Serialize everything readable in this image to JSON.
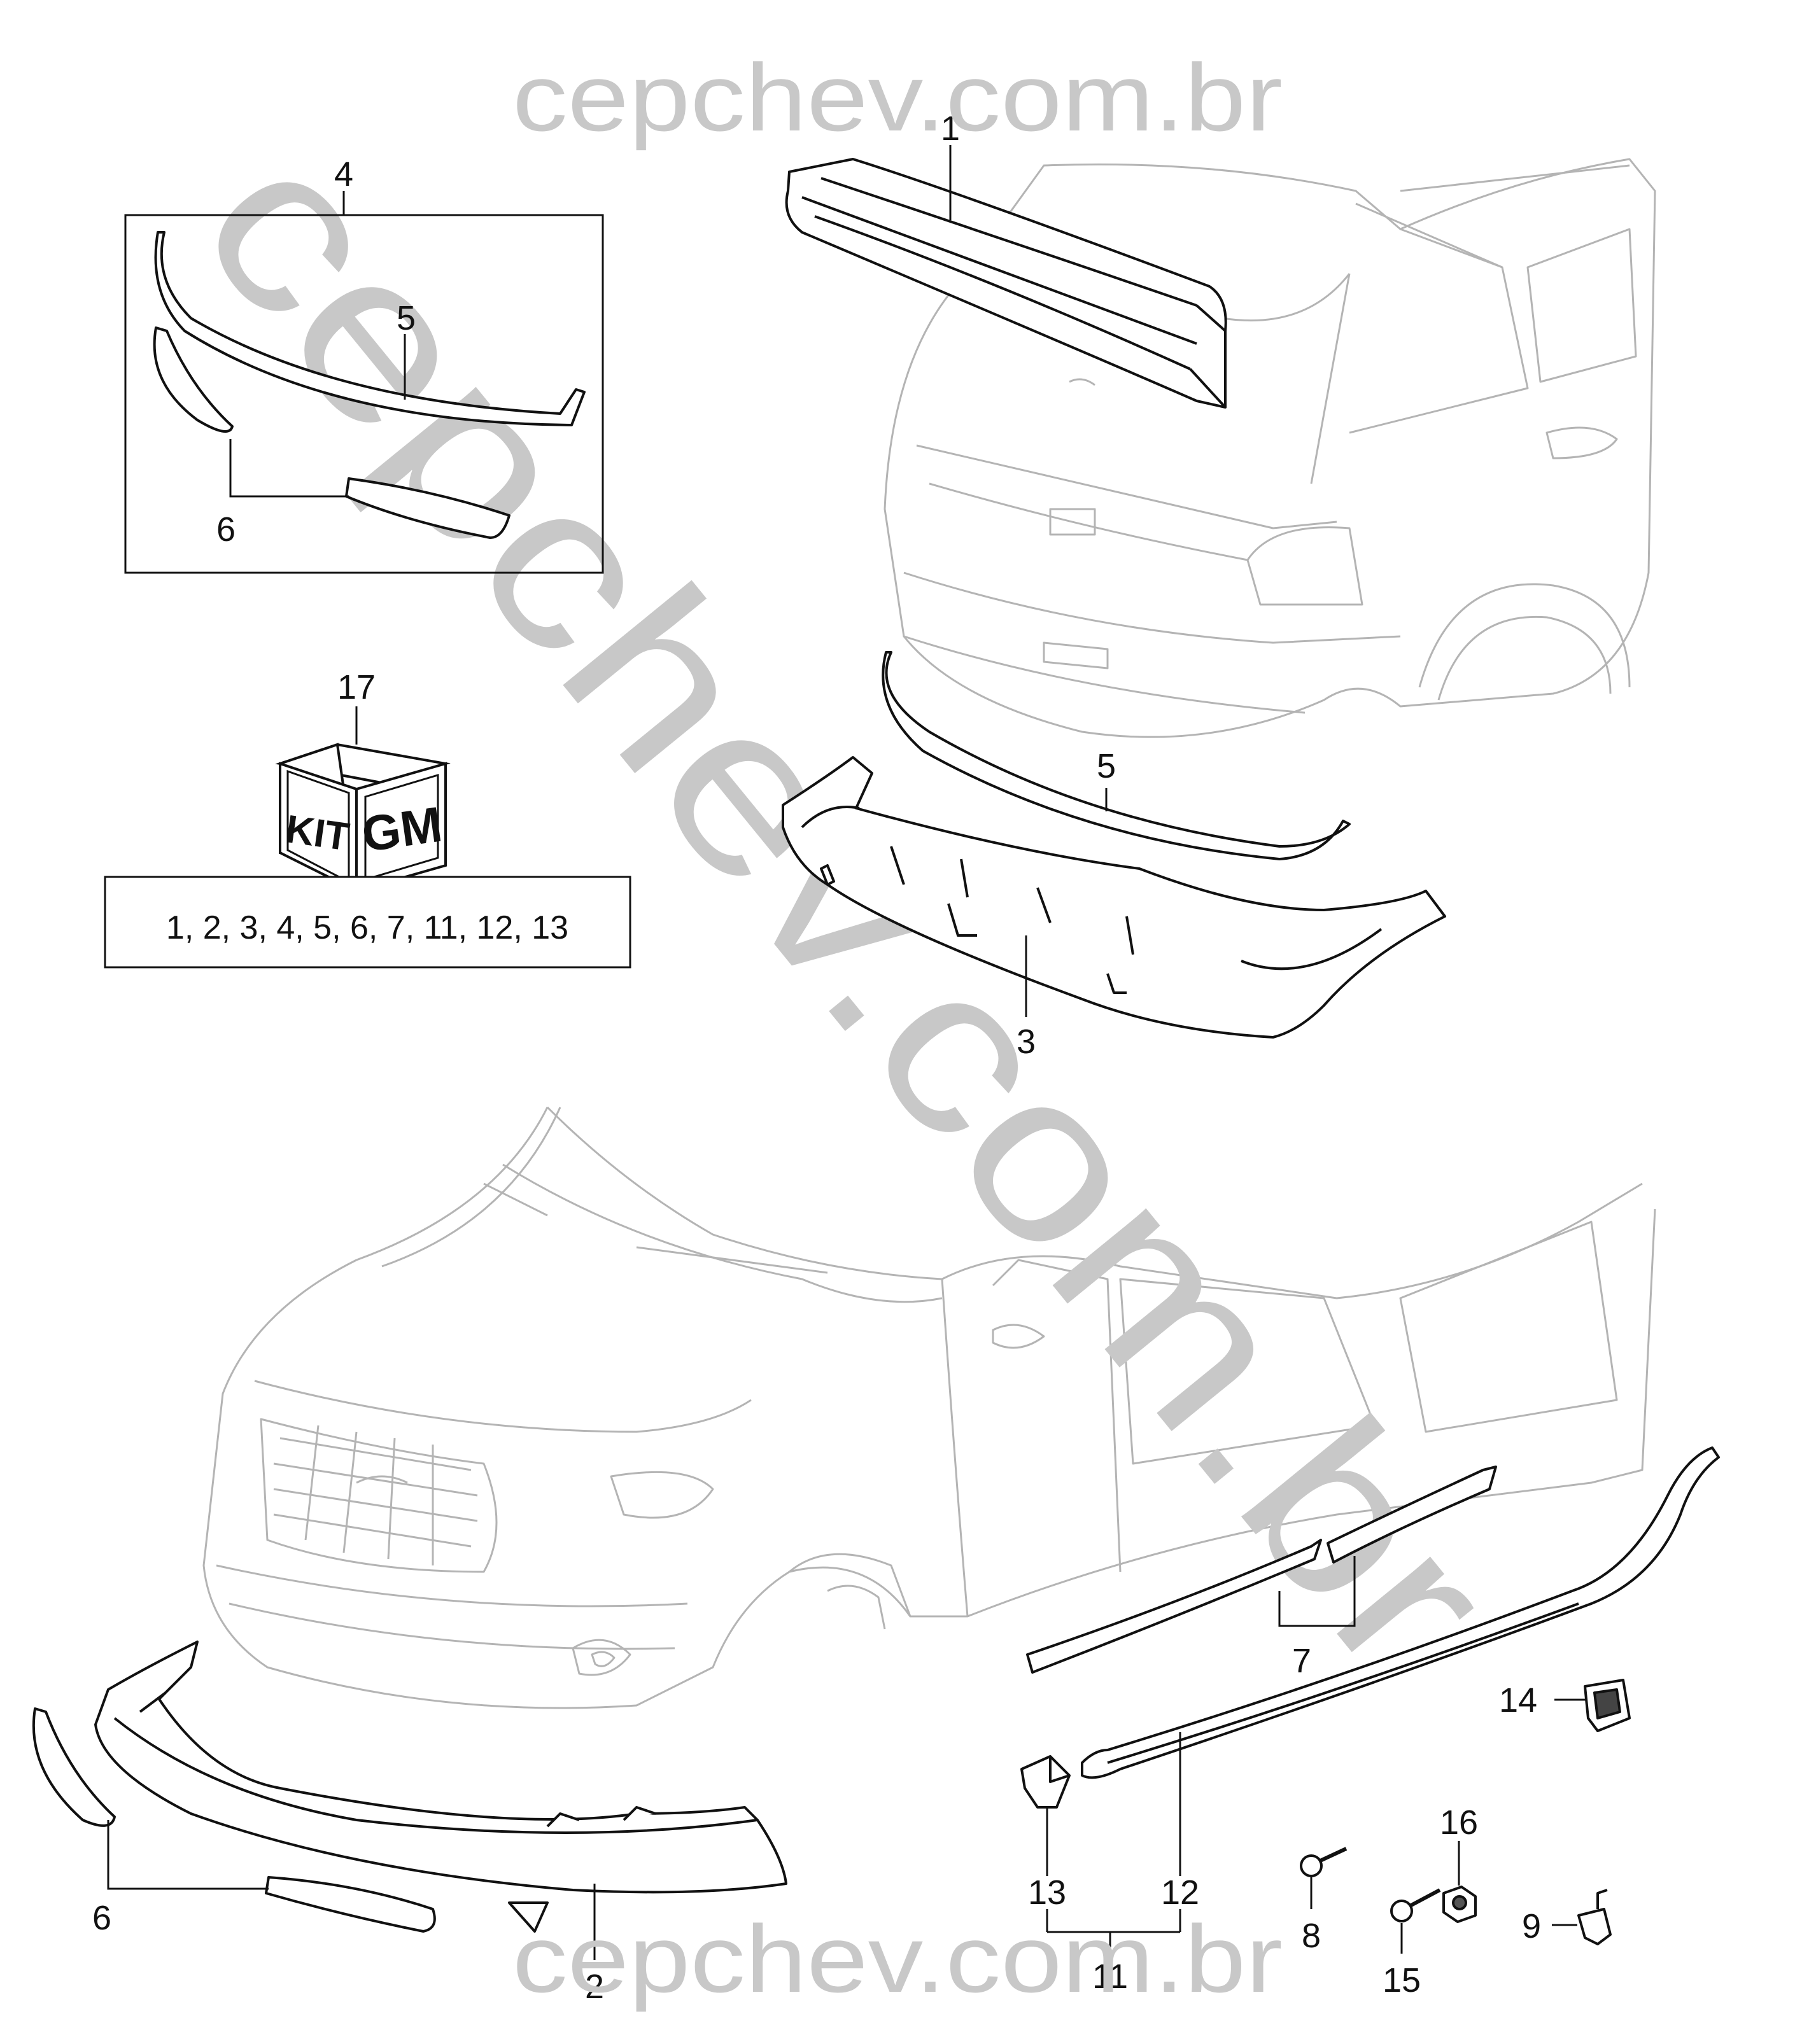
{
  "watermark": {
    "top_text": "cepchev.com.br",
    "bottom_text": "cepchev.com.br",
    "diagonal_text": "cepchev.com.br",
    "color": "#c8c8c8"
  },
  "callouts": {
    "c1": "1",
    "c2": "2",
    "c3": "3",
    "c4": "4",
    "c5_box": "5",
    "c5_rear": "5",
    "c6_box": "6",
    "c6_front": "6",
    "c7": "7",
    "c8": "8",
    "c9": "9",
    "c11": "11",
    "c12": "12",
    "c13": "13",
    "c14": "14",
    "c15": "15",
    "c16": "16",
    "c17": "17"
  },
  "kit": {
    "logo_left": "KIT",
    "logo_right": "GM",
    "parts_list": "1, 2, 3, 4, 5, 6, 7, 11, 12, 13"
  },
  "colors": {
    "part_line": "#111111",
    "vehicle_line": "#b4b4b4",
    "watermark": "#c8c8c8"
  }
}
